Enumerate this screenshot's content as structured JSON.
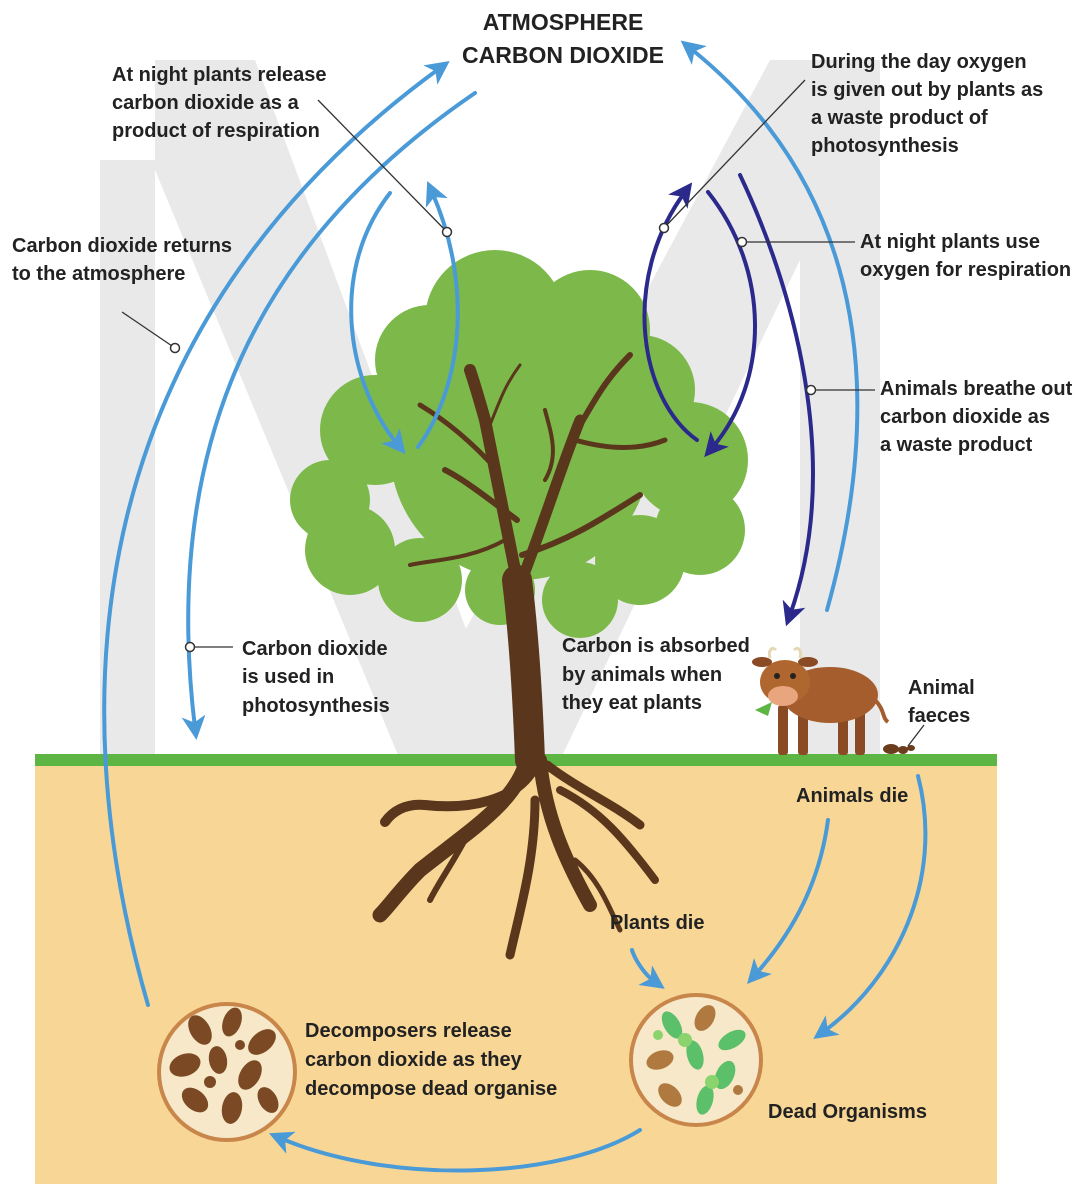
{
  "title": {
    "line1": "ATMOSPHERE",
    "line2": "CARBON DIOXIDE"
  },
  "labels": {
    "night_release": [
      "At night plants release",
      "carbon dioxide as a",
      "product of respiration"
    ],
    "day_oxygen": [
      "During the day oxygen",
      "is given out by plants as",
      "a waste product of",
      "photosynthesis"
    ],
    "returns": [
      "Carbon dioxide returns",
      "to the atmosphere"
    ],
    "night_use": [
      "At night plants use",
      "oxygen for respiration"
    ],
    "animals_breathe": [
      "Animals breathe out",
      "carbon dioxide as",
      "a waste product"
    ],
    "used_photo": [
      "Carbon dioxide",
      "is used in",
      "photosynthesis"
    ],
    "absorbed": [
      "Carbon is absorbed",
      "by animals when",
      "they eat plants"
    ],
    "faeces": [
      "Animal",
      "faeces"
    ],
    "animals_die": "Animals die",
    "plants_die": "Plants die",
    "decomposers": [
      "Decomposers release",
      "carbon dioxide as they",
      "decompose dead organise"
    ],
    "dead_organisms": "Dead Organisms"
  },
  "colors": {
    "light_arrow": "#4a9ad8",
    "dark_arrow": "#2b2a8c",
    "ground": "#f8d796",
    "grass": "#5db544",
    "canopy": "#7cb94a",
    "trunk": "#5a361d",
    "watermark": "#e6e6e6"
  }
}
